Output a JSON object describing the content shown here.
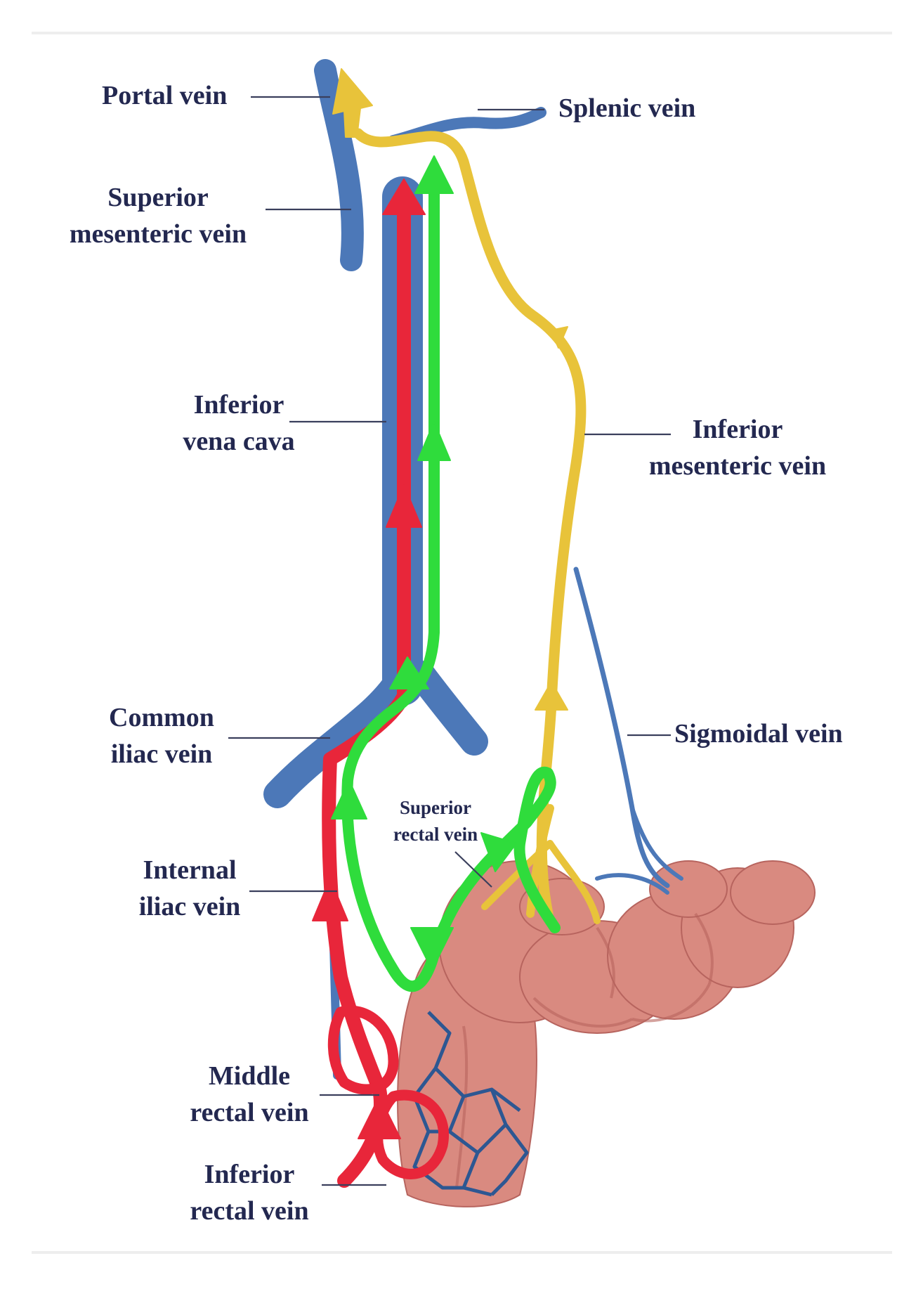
{
  "colors": {
    "label_text": "#232850",
    "leader_line": "#3a3f5c",
    "vein_blue": "#4c78b8",
    "vein_blue_dark": "#2d5792",
    "portal_flow_yellow": "#e8c33a",
    "caval_flow_red": "#e8263a",
    "collateral_flow_green": "#2fdc3c",
    "colon_pink": "#d98a80",
    "colon_shadow": "#b7645e",
    "frame_border": "#eeeeee"
  },
  "labels": {
    "portal_vein": "Portal vein",
    "splenic_vein": "Splenic vein",
    "superior_mesenteric_vein": [
      "Superior",
      "mesenteric vein"
    ],
    "inferior_vena_cava": [
      "Inferior",
      "vena cava"
    ],
    "inferior_mesenteric_vein": [
      "Inferior",
      "mesenteric vein"
    ],
    "common_iliac_vein": [
      "Common",
      "iliac vein"
    ],
    "sigmoidal_vein": "Sigmoidal vein",
    "superior_rectal_vein": [
      "Superior",
      "rectal vein"
    ],
    "internal_iliac_vein": [
      "Internal",
      "iliac vein"
    ],
    "middle_rectal_vein": [
      "Middle",
      "rectal vein"
    ],
    "inferior_rectal_vein": [
      "Inferior",
      "rectal vein"
    ]
  }
}
